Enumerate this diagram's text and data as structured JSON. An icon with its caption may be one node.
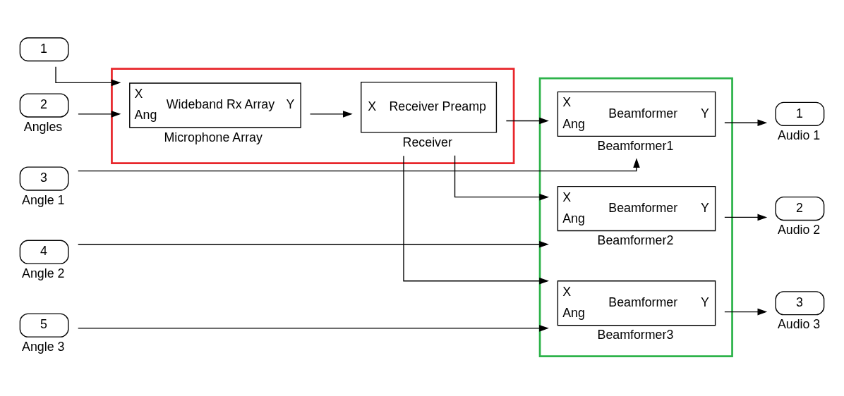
{
  "diagram": {
    "nodes": [
      {
        "text": [],
        "shape": "box"
      },
      {
        "text": [
          "1"
        ]
      },
      {
        "text": [
          "2"
        ],
        "beside": [
          "Angles"
        ]
      },
      {
        "text": [
          "X",
          "Ang",
          "Wideband Rx Array",
          "Y"
        ],
        "beside": [
          "Microphone Array"
        ],
        "in": 0
      },
      {
        "text": [
          "X",
          "Receiver Preamp"
        ],
        "beside": [
          "Receiver"
        ],
        "in": 0
      },
      {
        "text": [],
        "shape": "box"
      },
      {
        "text": [
          "X",
          "Ang",
          "Beamformer",
          "Y"
        ],
        "beside": [
          "Beamformer1"
        ],
        "in": 5
      },
      {
        "text": [
          "X",
          "Ang",
          "Beamformer",
          "Y"
        ],
        "beside": [
          "Beamformer2"
        ],
        "in": 5
      },
      {
        "text": [
          "X",
          "Ang",
          "Beamformer",
          "Y"
        ],
        "beside": [
          "Beamformer3"
        ],
        "in": 5
      },
      {
        "text": [
          "1"
        ],
        "beside": [
          "Audio 1"
        ]
      },
      {
        "text": [
          "2"
        ],
        "beside": [
          "Audio 2"
        ]
      },
      {
        "text": [
          "3"
        ],
        "beside": [
          "Audio 3"
        ]
      },
      {
        "text": [
          "3"
        ],
        "beside": [
          "Angle 1"
        ]
      },
      {
        "text": [
          "4"
        ],
        "beside": [
          "Angle 2"
        ]
      },
      {
        "text": [
          "5"
        ],
        "beside": [
          "Angle 3"
        ]
      }
    ],
    "edges": [
      {
        "from": 1,
        "to": 3,
        "arrow": "to"
      },
      {
        "from": 2,
        "to": 3,
        "arrow": "to"
      },
      {
        "from": 3,
        "to": 4,
        "arrow": "to"
      },
      {
        "from": 4,
        "to": 6,
        "arrow": "to"
      },
      {
        "from": 4,
        "to": 7,
        "arrow": "to"
      },
      {
        "from": 4,
        "to": 8,
        "arrow": "to"
      },
      {
        "from": 12,
        "to": 6,
        "arrow": "to"
      },
      {
        "from": 13,
        "to": 7,
        "arrow": "to"
      },
      {
        "from": 14,
        "to": 8,
        "arrow": "to"
      },
      {
        "from": 6,
        "to": 9,
        "arrow": "to"
      },
      {
        "from": 7,
        "to": 10,
        "arrow": "to"
      },
      {
        "from": 8,
        "to": 11,
        "arrow": "to"
      }
    ]
  }
}
